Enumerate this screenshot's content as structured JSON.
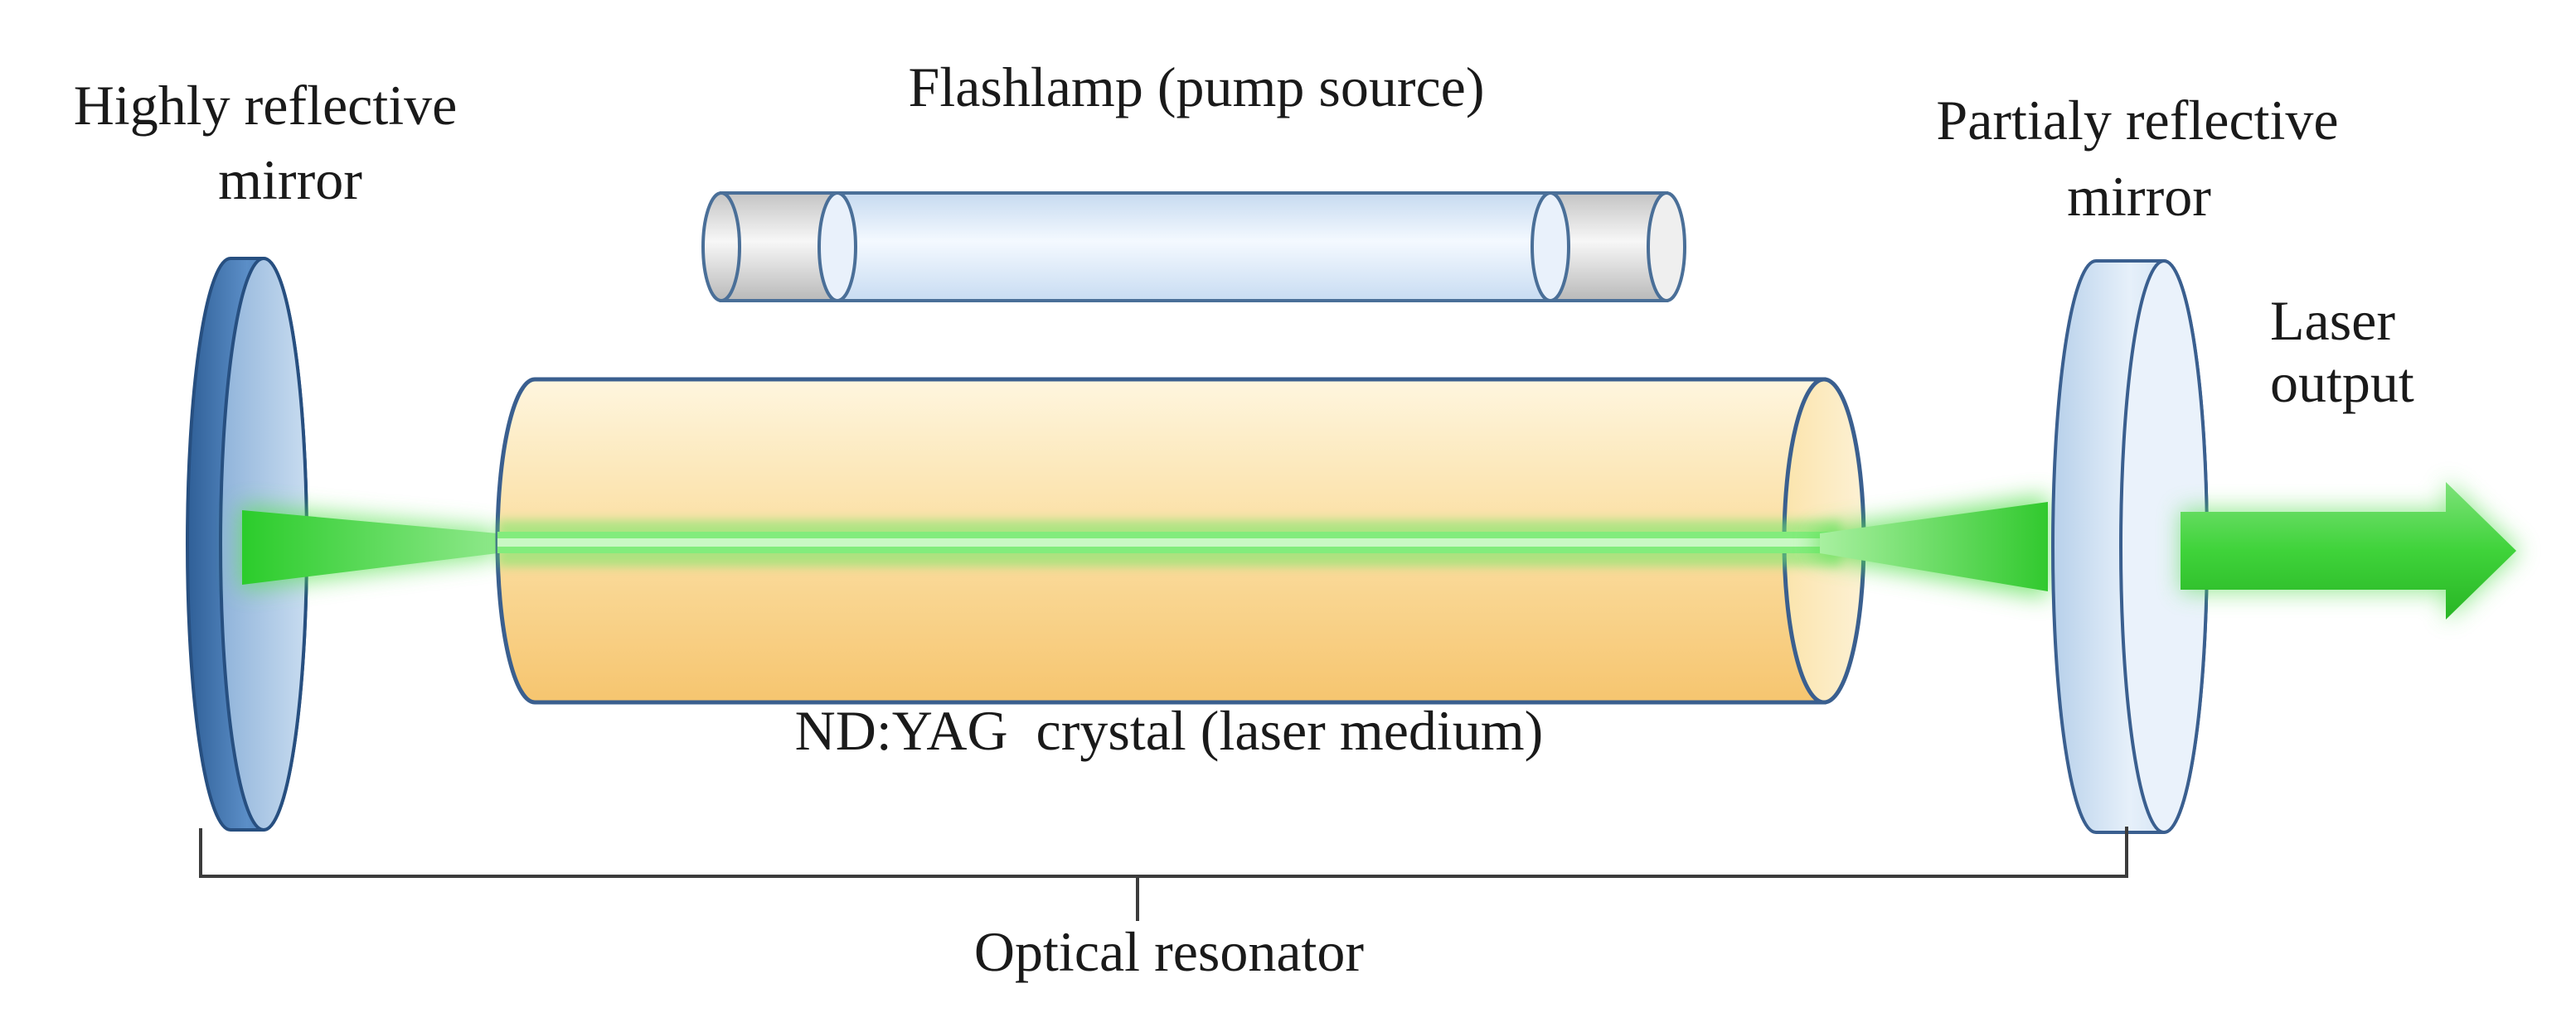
{
  "labels": {
    "high_mirror_line1": "Highly reflective",
    "high_mirror_line2": "mirror",
    "flashlamp": "Flashlamp (pump source)",
    "partial_mirror_line1": "Partialy reflective",
    "partial_mirror_line2": "mirror",
    "laser_output_line1": "Laser",
    "laser_output_line2": "output",
    "crystal": "ND:YAG  crystal (laser medium)",
    "resonator": "Optical resonator"
  },
  "colors": {
    "high_mirror": "#3f73ad",
    "high_mirror_face": "#a9c6e3",
    "partial_mirror": "#c9dcef",
    "crystal_top": "#fdf0cf",
    "crystal_bottom": "#f8c877",
    "beam": "#3fd33a",
    "flashlamp_tube": "#dce9f7",
    "flashlamp_cap": "#d8d8d8",
    "outline": "#3a5f8f"
  }
}
